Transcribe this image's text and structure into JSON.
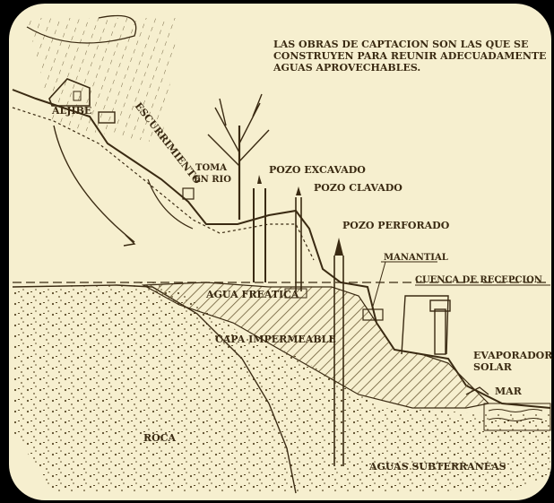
{
  "caption": {
    "line1": "LAS OBRAS DE CAPTACION SON LAS QUE SE",
    "line2": "CONSTRUYEN PARA REUNIR ADECUADAMENTE",
    "line3": "AGUAS APROVECHABLES."
  },
  "labels": {
    "aljibe": "ALJIBE",
    "escurrimiento": "ESCURRIMIENTO",
    "toma_line1": "TOMA",
    "toma_line2": "EN RIO",
    "pozo_excavado": "POZO EXCAVADO",
    "pozo_clavado": "POZO CLAVADO",
    "pozo_perforado": "POZO PERFORADO",
    "manantial": "MANANTIAL",
    "cuenca": "CUENCA DE RECEPCION",
    "agua_freatica": "AGUA FREATICA",
    "capa": "CAPA IMPERMEABLE",
    "evaporador_line1": "EVAPORADOR",
    "evaporador_line2": "SOLAR",
    "mar": "MAR",
    "roca": "ROCA",
    "aguas_subterraneas": "AGUAS SUBTERRANEAS"
  },
  "colors": {
    "paper": "#f6efcf",
    "ink": "#3a2a12",
    "hatch": "#8a7a55",
    "frame_shadow": "#000000"
  }
}
